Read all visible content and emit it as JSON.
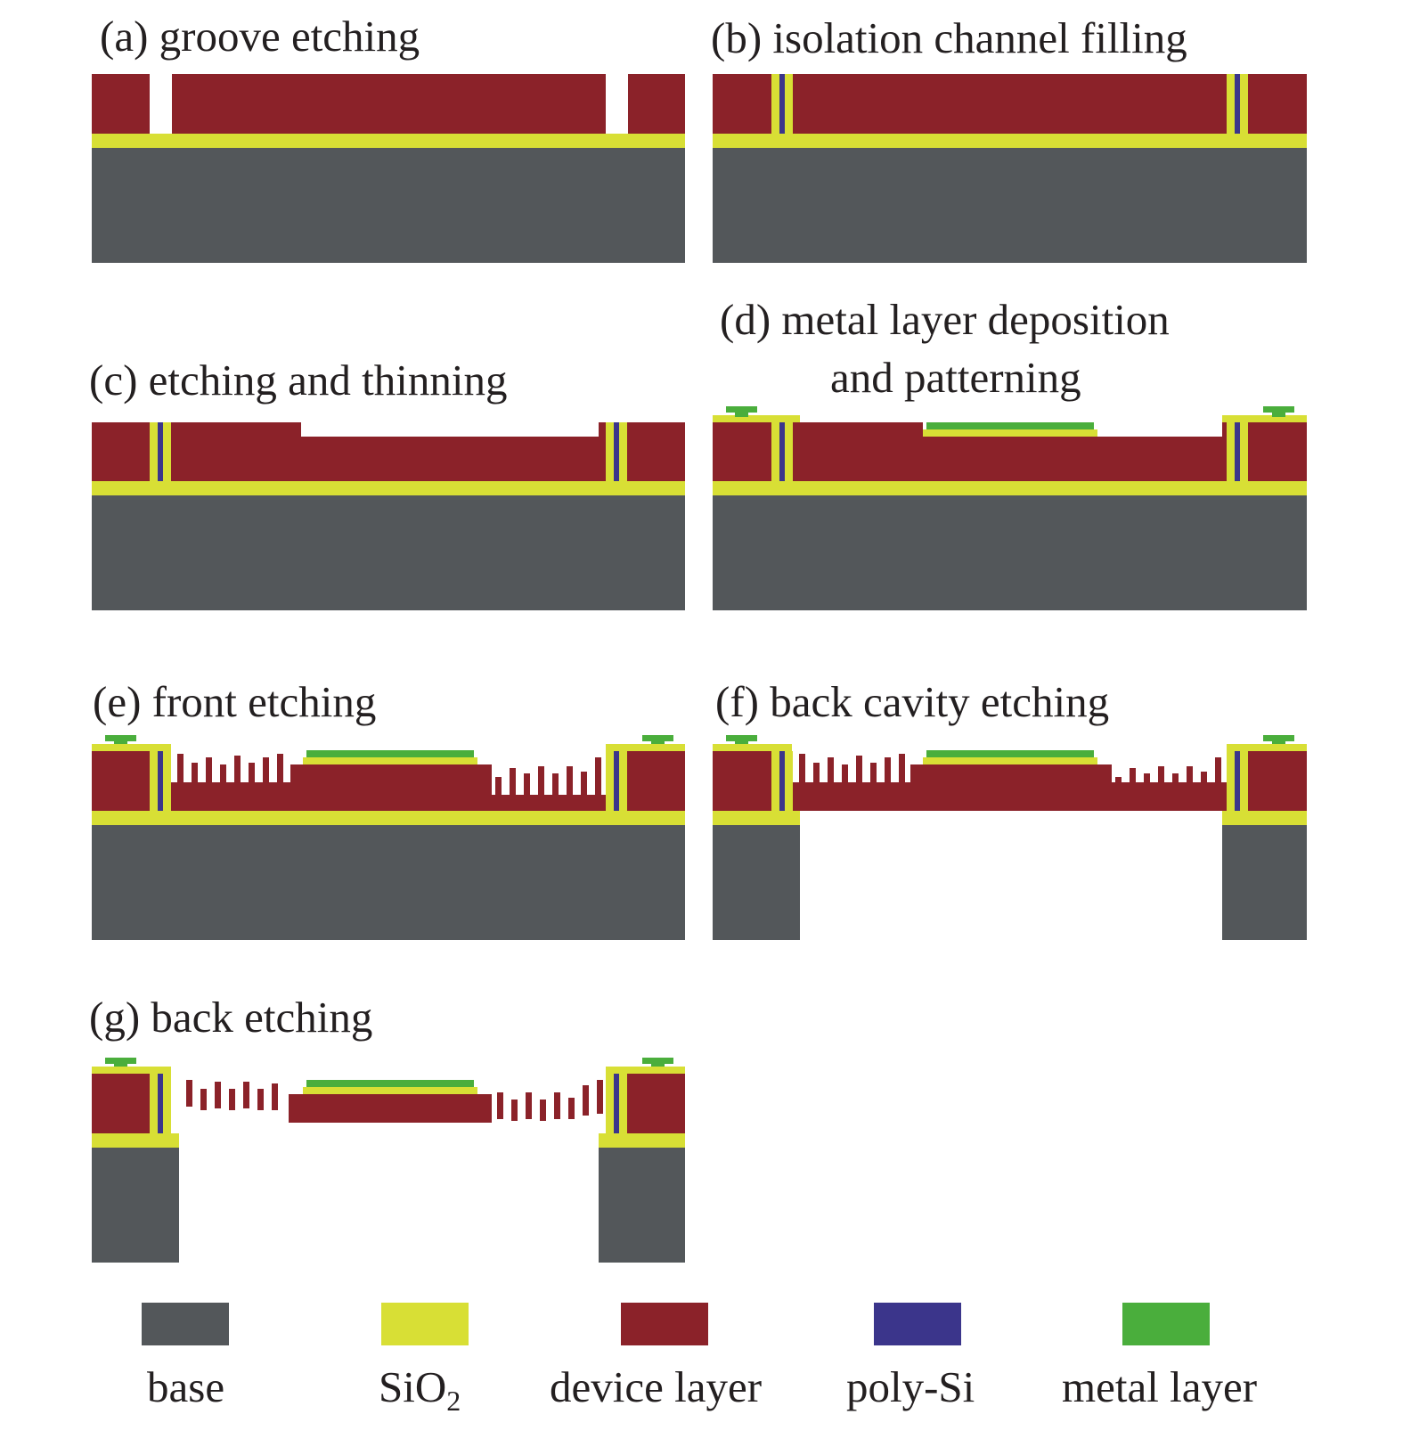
{
  "colors": {
    "base": "#53575a",
    "sio2": "#d8df35",
    "device": "#8b2229",
    "polysi": "#3b358b",
    "metal": "#4aae3c",
    "text": "#231f20"
  },
  "steps": [
    {
      "id": "a",
      "caption": "(a) groove etching"
    },
    {
      "id": "b",
      "caption": "(b) isolation channel filling"
    },
    {
      "id": "c",
      "caption": "(c) etching and thinning"
    },
    {
      "id": "d",
      "caption_line1": "(d) metal layer deposition",
      "caption_line2": "and patterning"
    },
    {
      "id": "e",
      "caption": "(e) front etching"
    },
    {
      "id": "f",
      "caption": "(f) back cavity etching"
    },
    {
      "id": "g",
      "caption": "(g) back etching"
    }
  ],
  "legend": [
    {
      "label": "base",
      "color": "#53575a"
    },
    {
      "label_main": "SiO",
      "label_sub": "2",
      "color": "#d8df35"
    },
    {
      "label": "device layer",
      "color": "#8b2229"
    },
    {
      "label": "poly-Si",
      "color": "#3b358b"
    },
    {
      "label": "metal layer",
      "color": "#4aae3c"
    }
  ]
}
